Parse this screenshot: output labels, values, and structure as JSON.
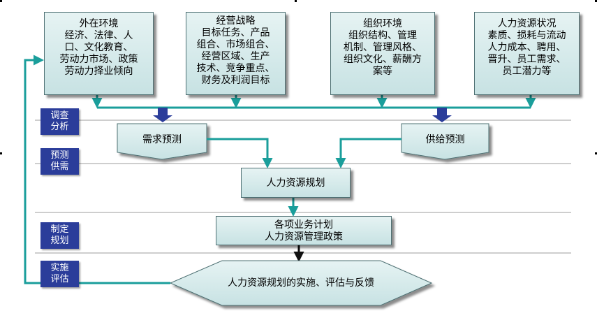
{
  "factors": [
    {
      "title": "外在环境",
      "lines": [
        "经济、法律、人",
        "口、文化教育、",
        "劳动力市场、政策",
        "劳动力择业倾向"
      ]
    },
    {
      "title": "经营战略",
      "lines": [
        "目标任务、产品",
        "组合、市场组合、",
        "经营区域、生产",
        "技术、竞争重点、",
        "财务及利润目标"
      ]
    },
    {
      "title": "组织环境",
      "lines": [
        "组织结构、管理",
        "机制、管理风格、",
        "组织文化、薪酬方",
        "案等"
      ]
    },
    {
      "title": "人力资源状况",
      "lines": [
        "素质、损耗与流动",
        "人力成本、聘用、",
        "晋升、员工需求、",
        "员工潜力等"
      ]
    }
  ],
  "stages": [
    {
      "line1": "调查",
      "line2": "分析"
    },
    {
      "line1": "预测",
      "line2": "供需"
    },
    {
      "line1": "制定",
      "line2": "规划"
    },
    {
      "line1": "实施",
      "line2": "评估"
    }
  ],
  "demand_forecast": "需求预测",
  "supply_forecast": "供给预测",
  "hr_planning": "人力资源规划",
  "business_plans": {
    "line1": "各项业务计划",
    "line2": "人力资源管理政策"
  },
  "implementation": "人力资源规划的实施、评估与反馈",
  "colors": {
    "connector": "#1a9e9b",
    "stage_label": "#2b3d9a",
    "down_arrow": "#2b3d9a",
    "box_fill": "#d3eaea"
  }
}
